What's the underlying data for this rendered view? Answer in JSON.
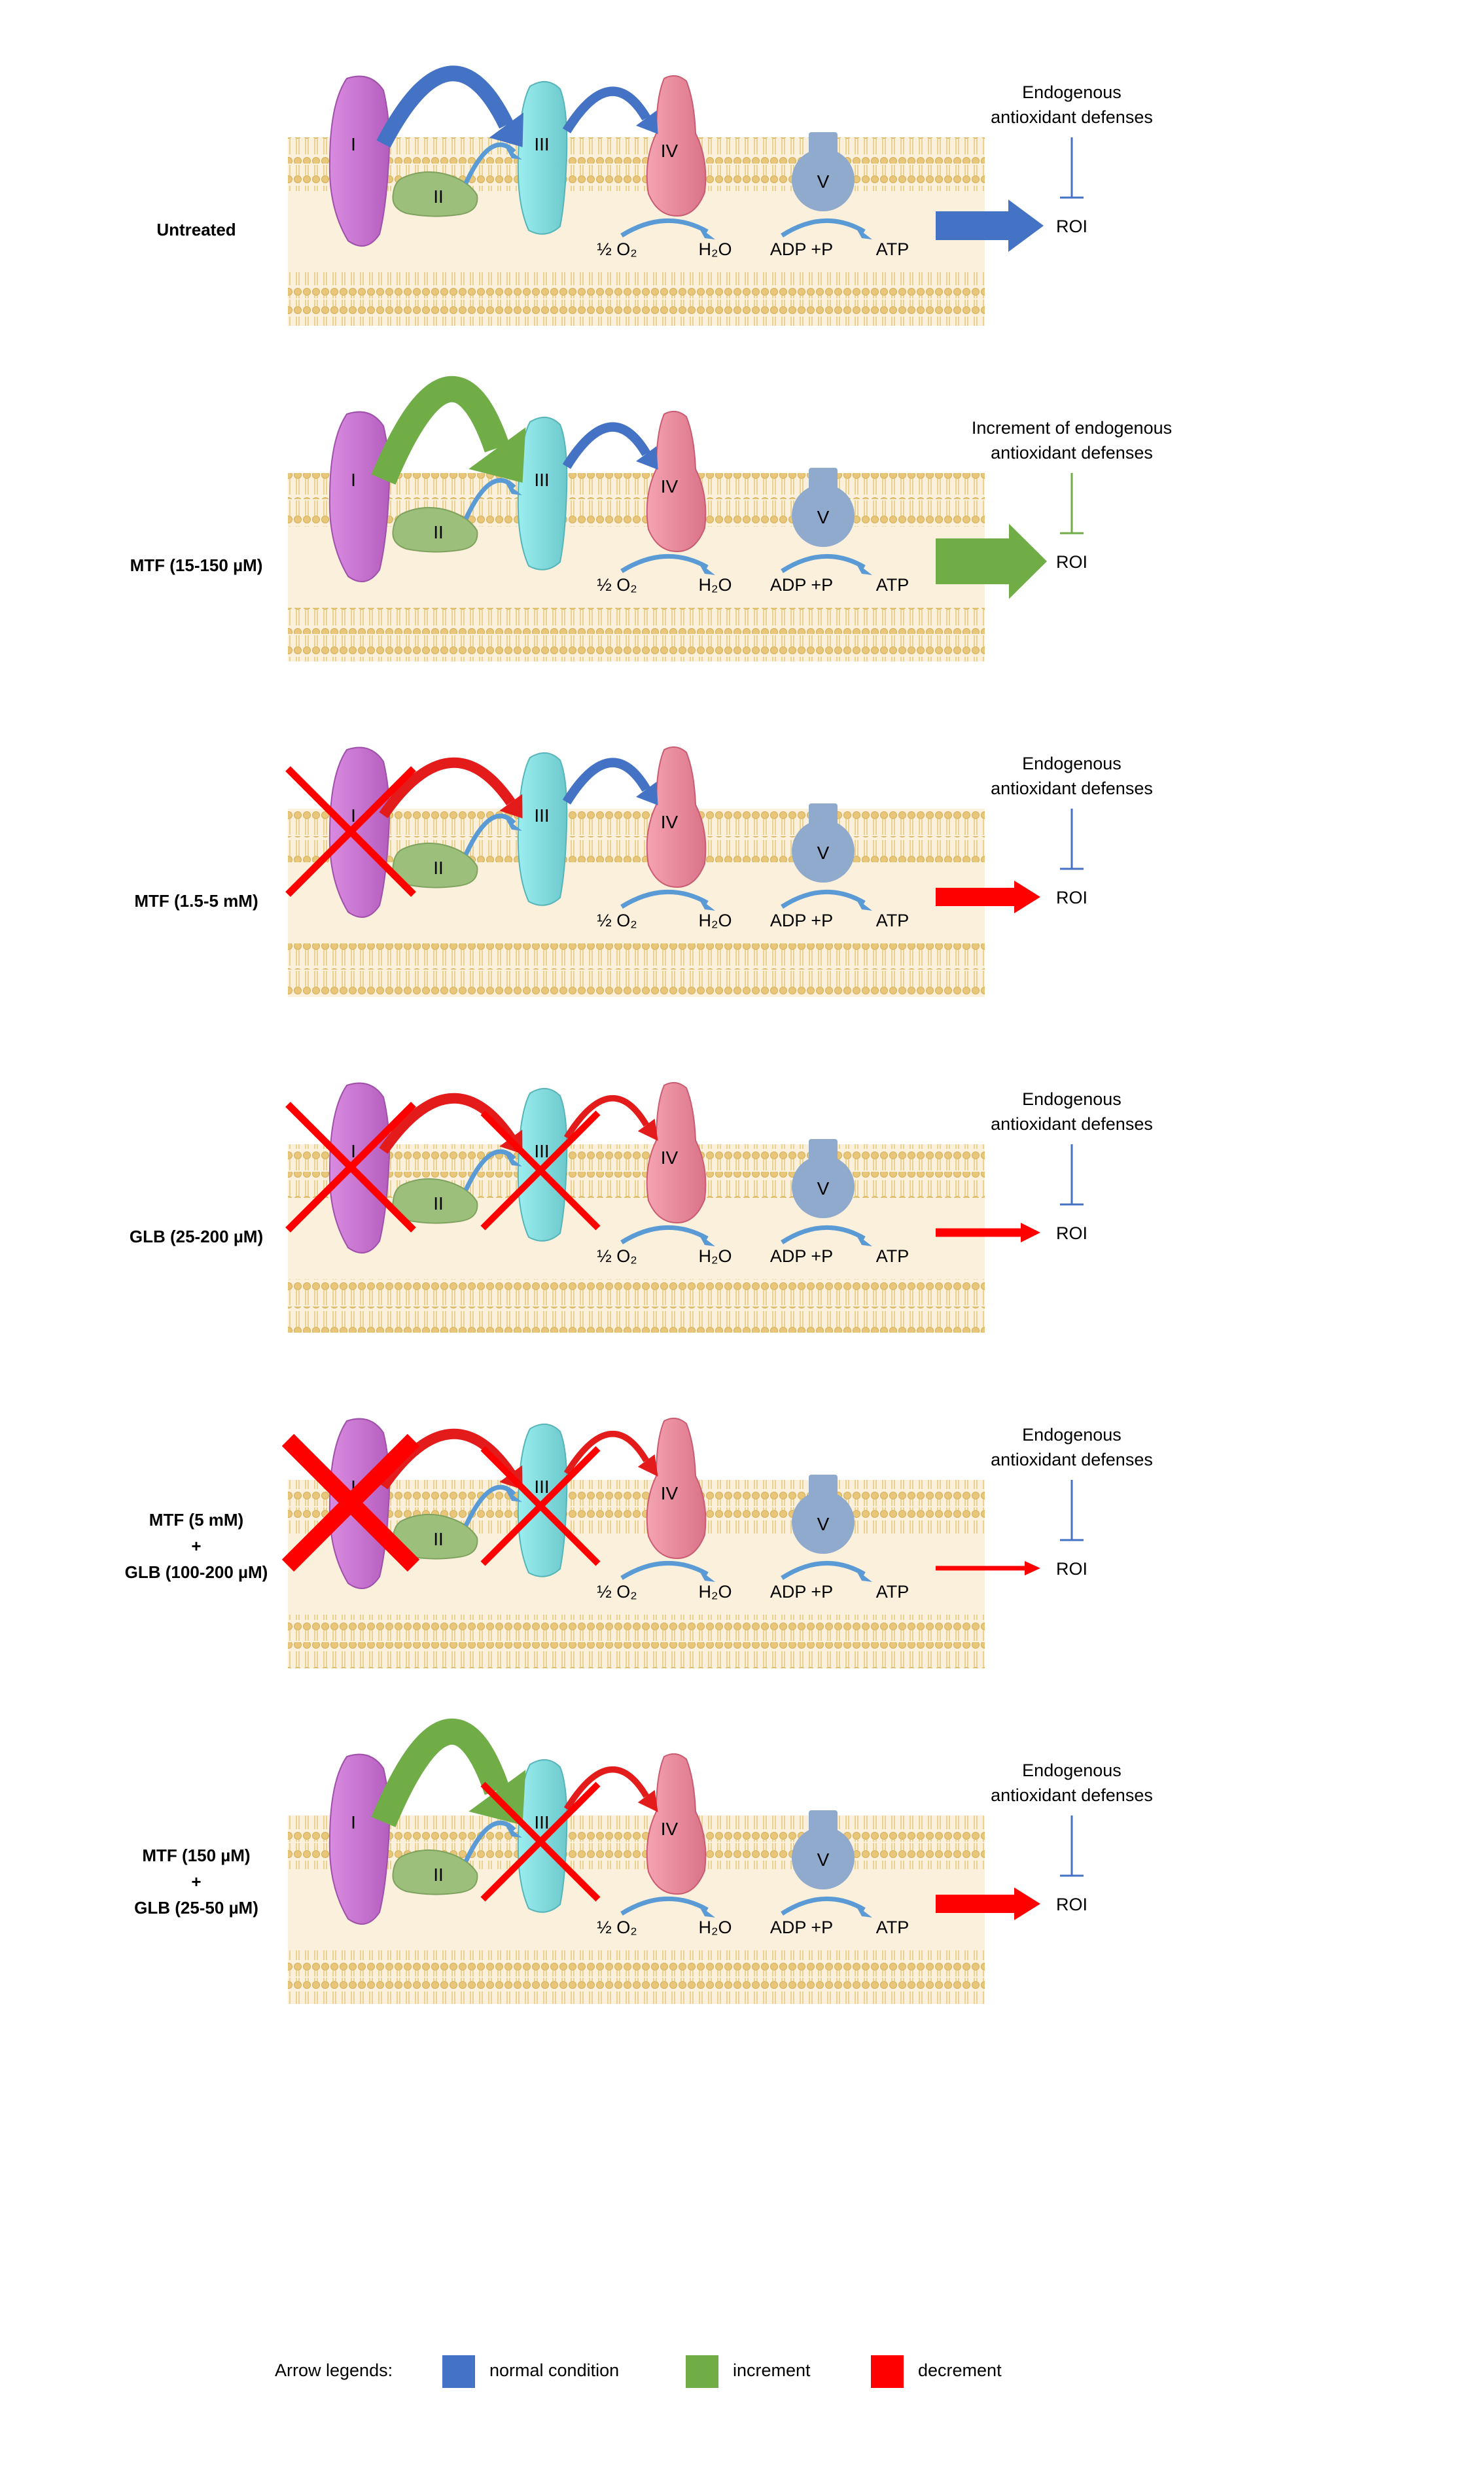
{
  "panels": [
    {
      "label_lines": [
        "Untreated"
      ],
      "defense_lines": [
        "Endogenous",
        "antioxidant defenses"
      ],
      "inhibitor_color": "#4472C4",
      "roi_arrow": {
        "color": "#4472C4",
        "level": "large"
      },
      "arrow_I_III": {
        "color": "#4472C4",
        "level": "normal"
      },
      "arrow_III_IV": {
        "color": "#4472C4",
        "level": "normal"
      },
      "crosses": []
    },
    {
      "label_lines": [
        "MTF (15-150 µM)"
      ],
      "defense_lines": [
        "Increment of endogenous",
        "antioxidant defenses"
      ],
      "inhibitor_color": "#70AD47",
      "roi_arrow": {
        "color": "#70AD47",
        "level": "xlarge"
      },
      "arrow_I_III": {
        "color": "#70AD47",
        "level": "increment"
      },
      "arrow_III_IV": {
        "color": "#4472C4",
        "level": "normal"
      },
      "crosses": []
    },
    {
      "label_lines": [
        "MTF (1.5-5 mM)"
      ],
      "defense_lines": [
        "Endogenous",
        "antioxidant defenses"
      ],
      "inhibitor_color": "#4472C4",
      "roi_arrow": {
        "color": "#FF0000",
        "level": "medium"
      },
      "arrow_I_III": {
        "color": "#E31B1B",
        "level": "decrement"
      },
      "arrow_III_IV": {
        "color": "#4472C4",
        "level": "normal"
      },
      "crosses": [
        "I"
      ]
    },
    {
      "label_lines": [
        "GLB (25-200 µM)"
      ],
      "defense_lines": [
        "Endogenous",
        "antioxidant defenses"
      ],
      "inhibitor_color": "#4472C4",
      "roi_arrow": {
        "color": "#FF0000",
        "level": "small"
      },
      "arrow_I_III": {
        "color": "#E31B1B",
        "level": "decrement"
      },
      "arrow_III_IV": {
        "color": "#E31B1B",
        "level": "decrement"
      },
      "crosses": [
        "I",
        "III"
      ]
    },
    {
      "label_lines": [
        "MTF (5 mM)",
        "+",
        "GLB (100-200 µM)"
      ],
      "defense_lines": [
        "Endogenous",
        "antioxidant defenses"
      ],
      "inhibitor_color": "#4472C4",
      "roi_arrow": {
        "color": "#FF0000",
        "level": "thin"
      },
      "arrow_I_III": {
        "color": "#E31B1B",
        "level": "decrement"
      },
      "arrow_III_IV": {
        "color": "#E31B1B",
        "level": "decrement"
      },
      "crosses": [
        "I-bold",
        "III"
      ]
    },
    {
      "label_lines": [
        "MTF (150 µM)",
        "+",
        "GLB (25-50 µM)"
      ],
      "defense_lines": [
        "Endogenous",
        "antioxidant defenses"
      ],
      "inhibitor_color": "#4472C4",
      "roi_arrow": {
        "color": "#FF0000",
        "level": "medium"
      },
      "arrow_I_III": {
        "color": "#70AD47",
        "level": "increment"
      },
      "arrow_III_IV": {
        "color": "#E31B1B",
        "level": "decrement"
      },
      "crosses": [
        "III"
      ]
    }
  ],
  "complexes": [
    "I",
    "II",
    "III",
    "IV",
    "V"
  ],
  "reaction_labels": {
    "o2": "½ O₂",
    "h2o": "H₂O",
    "adp": "ADP +P",
    "atp": "ATP",
    "roi": "ROI"
  },
  "legend": {
    "title": "Arrow legends:",
    "items": [
      {
        "label": "normal condition",
        "color": "#4472C4"
      },
      {
        "label": "increment",
        "color": "#70AD47"
      },
      {
        "label": "decrement",
        "color": "#FF0000"
      }
    ]
  },
  "colors": {
    "membrane": "#FBF0DC",
    "lipid": "#E8C77A",
    "complex_I": "#CC77D5",
    "complex_II": "#9CBF7C",
    "complex_III": "#86E1E3",
    "complex_IV": "#EE8FA0",
    "complex_V": "#8FAACC",
    "cross": "#FF0000",
    "reaction_arrow": "#5B9BD5"
  }
}
